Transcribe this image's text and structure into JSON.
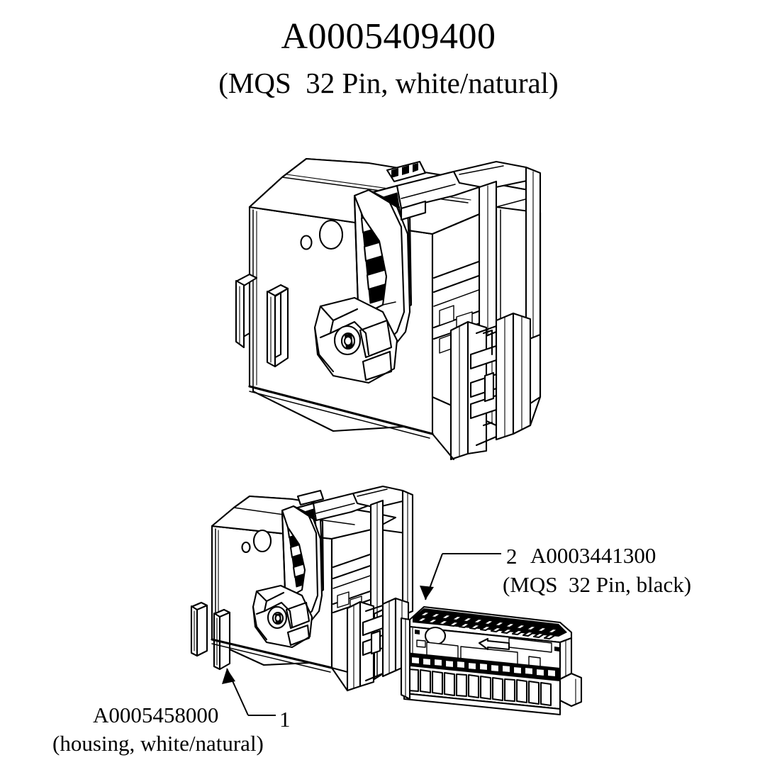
{
  "document": {
    "kind": "technical-exploded-parts-diagram",
    "background_color": "#ffffff",
    "line_color": "#000000"
  },
  "header": {
    "part_number": "A0005409400",
    "description": "(MQS  32 Pin, white/natural)"
  },
  "callouts": [
    {
      "index": "1",
      "part_number": "A0005458000",
      "description": "(housing, white/natural)",
      "target": "lower-left-housing"
    },
    {
      "index": "2",
      "part_number": "A0003441300",
      "description": "(MQS  32 Pin, black)",
      "target": "right-terminal-block"
    }
  ],
  "figures": [
    {
      "name": "assembled-connector",
      "caption_ref": "A0005409400",
      "position": "upper-center"
    },
    {
      "name": "exploded-housing",
      "caption_ref": "A0005458000",
      "position": "lower-left"
    },
    {
      "name": "exploded-terminal-block",
      "caption_ref": "A0003441300",
      "position": "lower-right",
      "marking": "arrow-left"
    }
  ]
}
